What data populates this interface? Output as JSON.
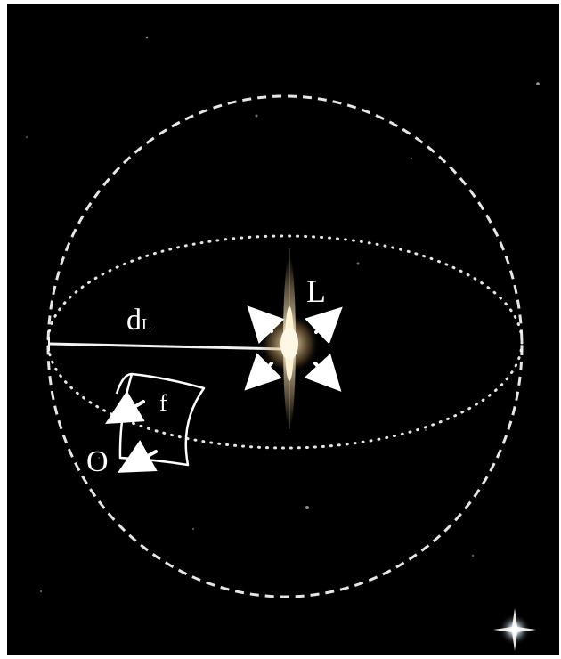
{
  "labels": {
    "luminosity_distance_main": "d",
    "luminosity_distance_sub": "L",
    "source": "L",
    "flux": "f",
    "observer": "O"
  },
  "colors": {
    "background": "#000000",
    "page_margin": "#ffffff",
    "lines": "#ffffff",
    "galaxy_core": "#fff1cf",
    "galaxy_glow": "#d8b884"
  },
  "icons": [
    "galaxy-icon",
    "arrow-icon",
    "bright-star-icon",
    "background-star-icon"
  ]
}
